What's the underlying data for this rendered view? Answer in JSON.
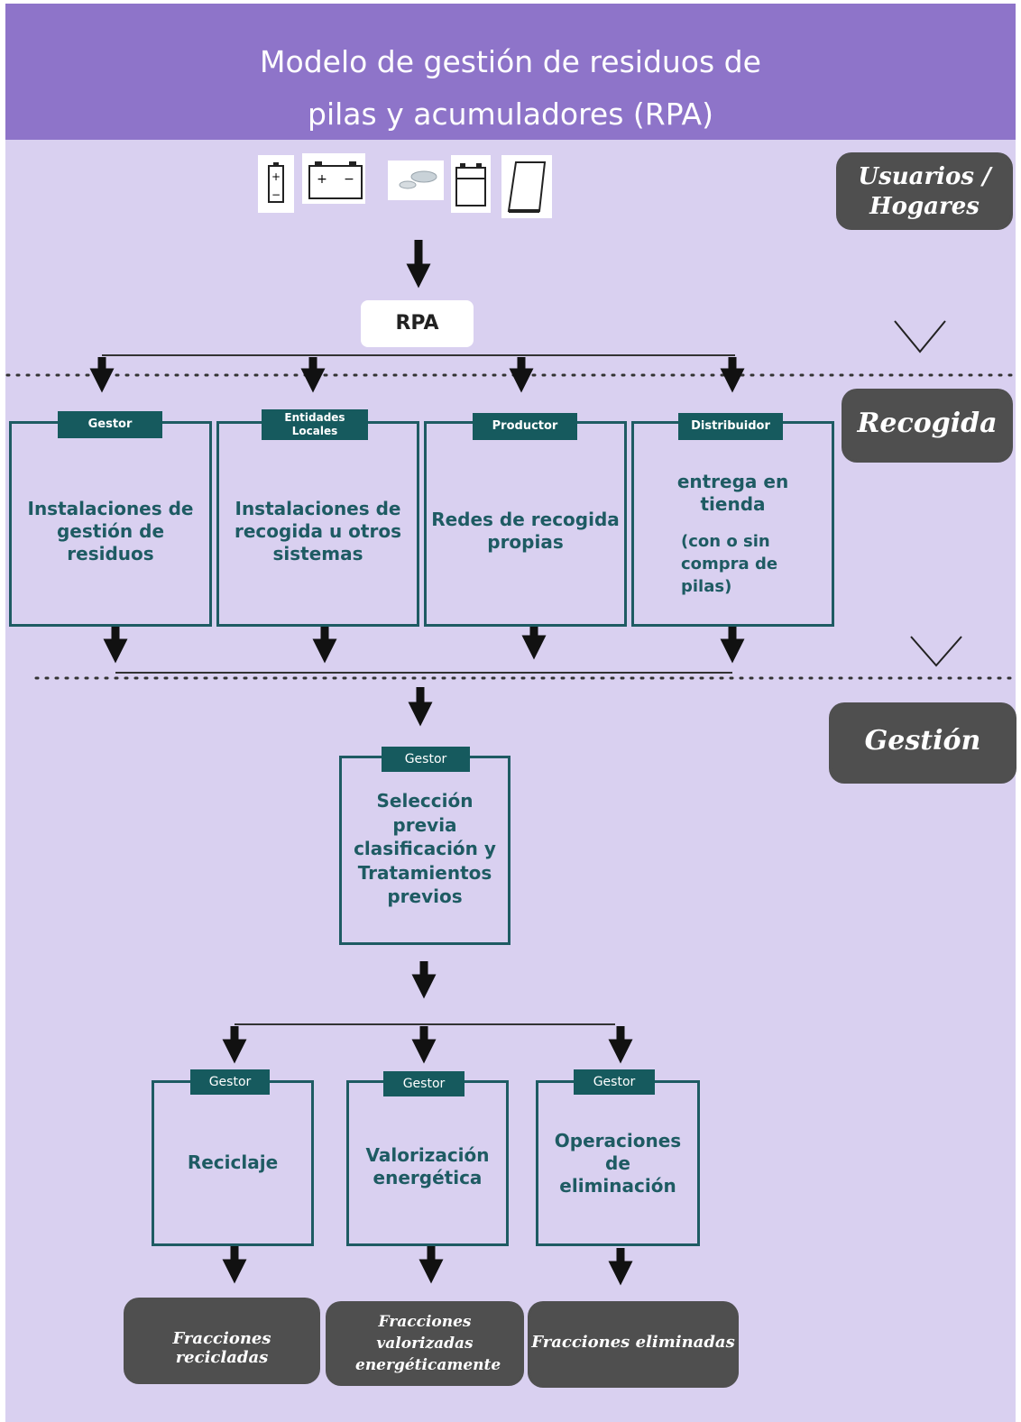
{
  "title": {
    "line1": "Modelo de gestión de residuos de",
    "line2": "pilas y acumuladores (RPA)"
  },
  "rpa_label": "RPA",
  "stages": {
    "usuarios": "Usuarios / Hogares",
    "recogida": "Recogida",
    "gestion": "Gestión"
  },
  "collection": [
    {
      "tag": "Gestor",
      "text": "Instalaciones de gestión de residuos"
    },
    {
      "tag": "Entidades Locales",
      "text": "Instalaciones de recogida u otros sistemas"
    },
    {
      "tag": "Productor",
      "text": "Redes de recogida propias"
    },
    {
      "tag": "Distribuidor",
      "text": "entrega en tienda",
      "note": "(con o sin compra de pilas)"
    }
  ],
  "preselection": {
    "tag": "Gestor",
    "text": "Selección previa clasificación y Tratamientos previos"
  },
  "treatments": [
    {
      "tag": "Gestor",
      "text": "Reciclaje"
    },
    {
      "tag": "Gestor",
      "text": "Valorización energética"
    },
    {
      "tag": "Gestor",
      "text": "Operaciones de eliminación"
    }
  ],
  "outputs": [
    "Fracciones recicladas",
    "Fracciones valorizadas energéticamente",
    "Fracciones eliminadas"
  ],
  "icons": [
    "battery-cylinder-icon",
    "car-battery-icon",
    "button-cell-icon",
    "square-battery-icon",
    "flat-battery-icon"
  ],
  "colors": {
    "header": "#8e74c9",
    "background": "#d9d0f0",
    "teal": "#1e5b63",
    "badge": "#4f4f4f"
  }
}
